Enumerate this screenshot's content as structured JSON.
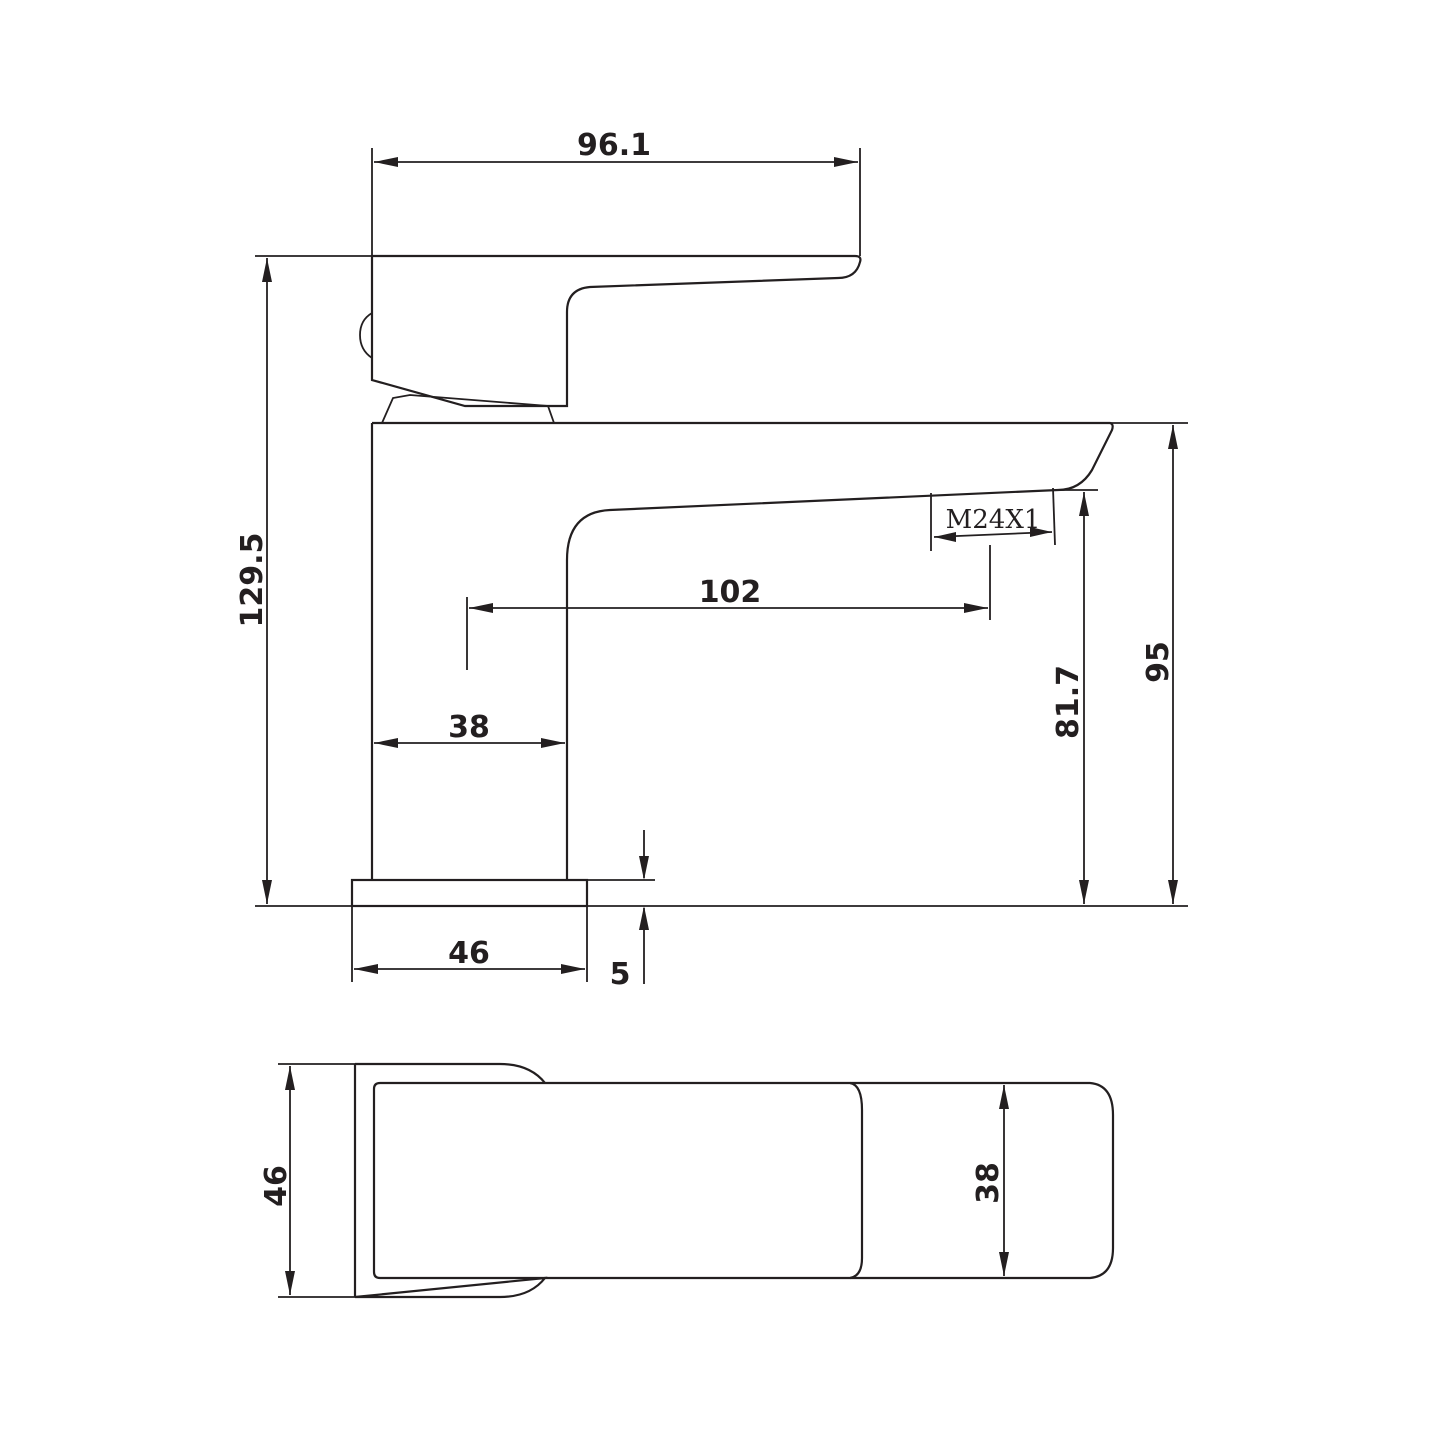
{
  "drawing": {
    "subject": "Basin mixer faucet",
    "side_view": {
      "dimensions": {
        "handle_length": "96.1",
        "total_height": "129.5",
        "spout_reach": "102",
        "body_width": "38",
        "outlet_height": "81.7",
        "spout_top_height": "95",
        "base_width": "46",
        "base_height": "5"
      },
      "thread_label": "M24X1"
    },
    "top_view": {
      "dimensions": {
        "base_depth": "46",
        "spout_depth": "38"
      }
    }
  },
  "colors": {
    "line": "#231f20",
    "background": "#ffffff"
  }
}
